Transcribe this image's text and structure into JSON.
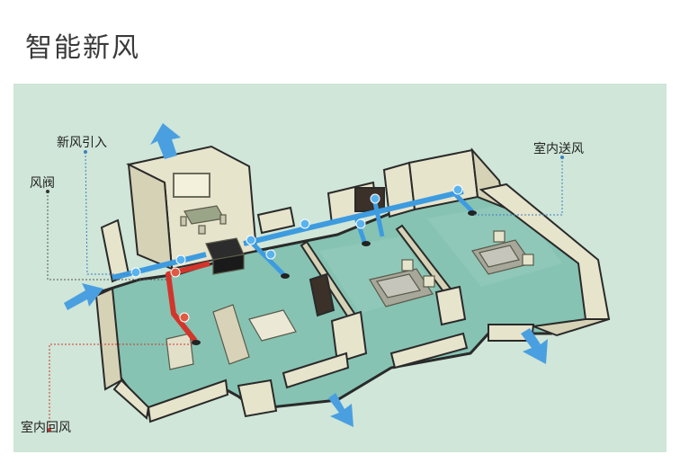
{
  "page": {
    "title": "智能新风"
  },
  "labels": {
    "fresh_air_intake": "新风引入",
    "air_valve": "风阀",
    "indoor_supply": "室内送风",
    "indoor_return": "室内回风"
  },
  "colors": {
    "background": "#cfe6d8",
    "supply_duct": "#3d9be0",
    "return_duct": "#d2352b",
    "airflow_arrow": "#4a9fe0",
    "wall": "#e7e4cc",
    "floor": "#86c3b2"
  }
}
